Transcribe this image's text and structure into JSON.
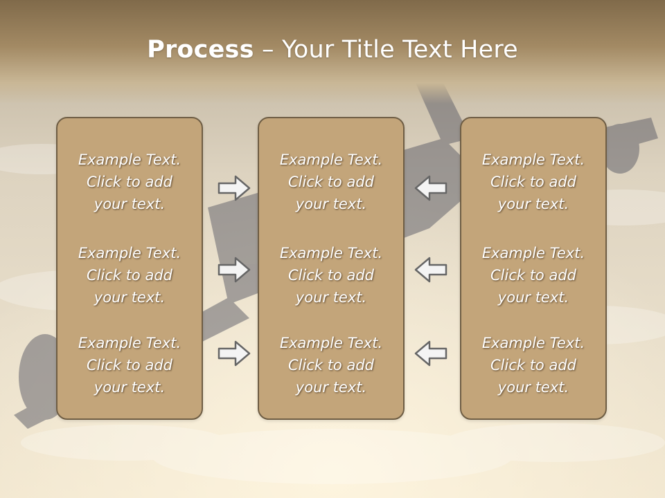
{
  "slide": {
    "title_bold": "Process",
    "title_rest": " – Your Title Text Here"
  },
  "columns": [
    {
      "items": [
        {
          "line1": "Example Text.",
          "line2": "Click  to add",
          "line3": "your text."
        },
        {
          "line1": "Example Text.",
          "line2": "Click  to add",
          "line3": "your text."
        },
        {
          "line1": "Example Text.",
          "line2": "Click  to add",
          "line3": "your text."
        }
      ]
    },
    {
      "items": [
        {
          "line1": "Example Text.",
          "line2": "Click  to add",
          "line3": "your text."
        },
        {
          "line1": "Example Text.",
          "line2": "Click  to add",
          "line3": "your text."
        },
        {
          "line1": "Example Text.",
          "line2": "Click  to add",
          "line3": "your text."
        }
      ]
    },
    {
      "items": [
        {
          "line1": "Example Text.",
          "line2": "Click  to add",
          "line3": "your text."
        },
        {
          "line1": "Example Text.",
          "line2": "Click  to add",
          "line3": "your text."
        },
        {
          "line1": "Example Text.",
          "line2": "Click  to add",
          "line3": "your text."
        }
      ]
    }
  ],
  "icons": {
    "left_arrows": "arrow-right-icon",
    "right_arrows": "arrow-left-icon"
  },
  "colors": {
    "box_fill": "#c3a57a",
    "box_border": "#6e5d44",
    "header": "#8d7654",
    "text": "#ffffff"
  }
}
